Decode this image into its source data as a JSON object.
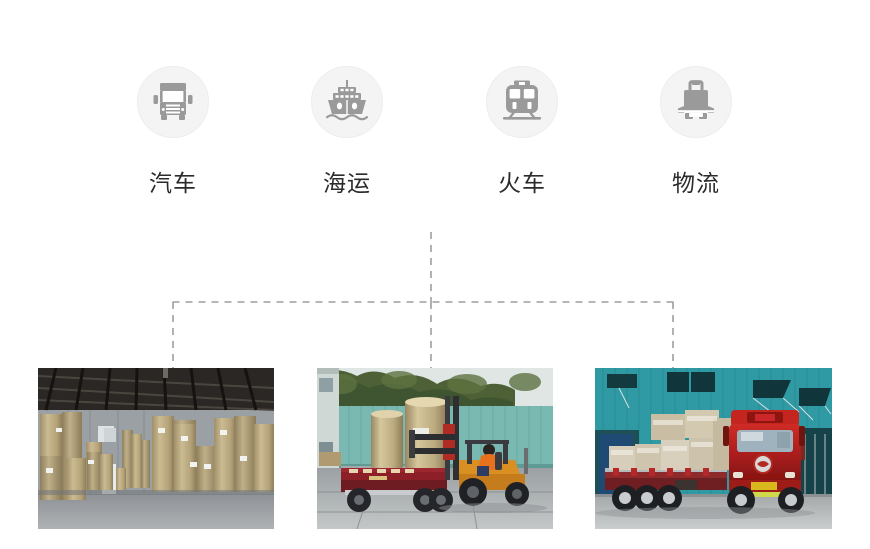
{
  "background_color": "#ffffff",
  "transport_modes": {
    "circle_bg": "#f4f4f4",
    "icon_color": "#9a9a9a",
    "label_color": "#2b2b2b",
    "items": [
      {
        "id": "truck",
        "icon": "truck-icon",
        "label": "汽车"
      },
      {
        "id": "sea",
        "icon": "ship-icon",
        "label": "海运"
      },
      {
        "id": "train",
        "icon": "train-icon",
        "label": "火车"
      },
      {
        "id": "logistics",
        "icon": "luggage-icon",
        "label": "物流"
      }
    ]
  },
  "connector": {
    "color": "#9e9e9e",
    "style": "dashed",
    "description": "Dashed tree connecting the transport modes row to the three photos below"
  },
  "photos": [
    {
      "id": "warehouse",
      "alt": "仓库内成排堆放的大型纸筒卷材",
      "caption": ""
    },
    {
      "id": "forklift-loading",
      "alt": "叉车将纸卷装载到平板挂车上",
      "caption": ""
    },
    {
      "id": "truck-loaded",
      "alt": "红色牵引车与满载托盘货物的挂车停在厂房前",
      "caption": ""
    }
  ]
}
